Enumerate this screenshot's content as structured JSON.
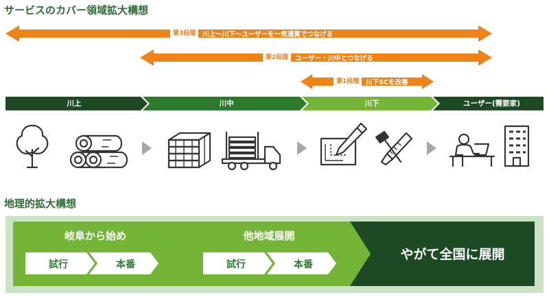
{
  "sections": {
    "coverage_title": "サービスのカバー領域拡大構想",
    "geo_title": "地理的拡大構想"
  },
  "coverage": [
    {
      "badge": "第3段階",
      "text": "川上〜川下〜ユーザーを一気通貫でつなげる"
    },
    {
      "badge": "第2段階",
      "text": "ユーザー・川中とつなげる"
    },
    {
      "badge": "第1段階",
      "text": "川下SCを改善"
    }
  ],
  "stages": [
    "川上",
    "川中",
    "川下",
    "ユーザー(需要家)"
  ],
  "icons": [
    "tree-icon",
    "logs-icon",
    "lumber-stack-icon",
    "log-truck-icon",
    "blueprint-pencil-icon",
    "hammer-saw-icon",
    "office-worker-icon",
    "building-icon"
  ],
  "geo": {
    "phase1": "岐阜から始め",
    "phase2": "他地域展開",
    "phase3": "やがて全国に展開",
    "trial": "試行",
    "production": "本番"
  },
  "colors": {
    "orange": "#ee8417",
    "dark_green": "#1d4a23",
    "mid_green": "#2d7a2f",
    "light_green": "#74b436",
    "pale_green": "#c9e3c4",
    "icon": "#333333",
    "chevron_gray": "#a6a6a6"
  }
}
